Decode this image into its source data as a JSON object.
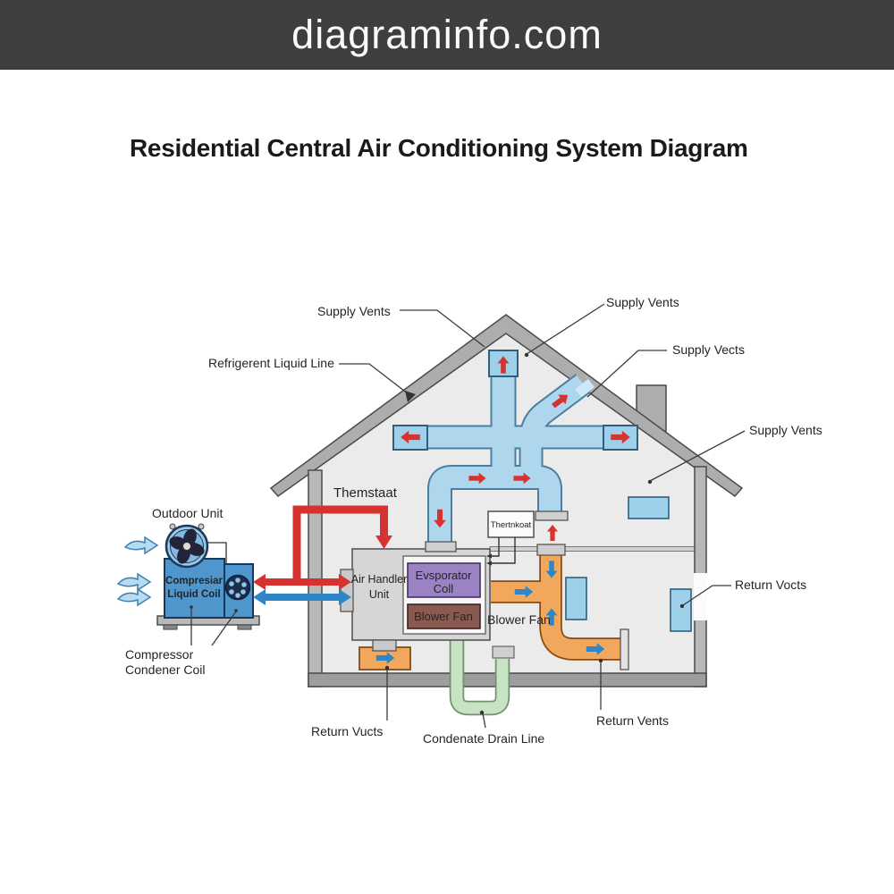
{
  "header": {
    "site": "diagraminfo.com"
  },
  "title": "Residential Central Air Conditioning System Diagram",
  "labels": {
    "supply_vents_top_left": "Supply Vents",
    "supply_vents_top_right": "Supply Vents",
    "supply_vects_right": "Supply Vects",
    "supply_vents_far_right": "Supply Vents",
    "refrigerant_liquid_line": "Refrigerent Liquid Line",
    "thermostat_room": "Themstaat",
    "thermostat_box": "Thertnkoat",
    "outdoor_unit": "Outdoor Unit",
    "blower_fan_outside": "Blower Fan",
    "return_vucts": "Return Vucts",
    "condensate_drain": "Condenate Drain Line",
    "return_vents": "Return Vents",
    "return_vocts": "Return Vocts"
  },
  "outdoor_box": {
    "line1": "Compresiar",
    "line2": "Liquid Coil"
  },
  "compressor_label": {
    "line1": "Compressor",
    "line2": "Condener Coil"
  },
  "air_handler": {
    "line1": "Air Handler",
    "line2": "Unit"
  },
  "evaporator": {
    "line1": "Evsporator",
    "line2": "Coll"
  },
  "blower_fan_box": "Blower Fan",
  "colors": {
    "header_bg": "#3f3d3d",
    "roof_gray": "#adadad",
    "interior_gray": "#ebebeb",
    "duct_blue": "#aed6ec",
    "vent_blue": "#9fd0ea",
    "return_orange": "#f2a85c",
    "drain_green": "#c8e2c4",
    "unit_blue": "#4f96cc",
    "evaporator_purple": "#9b82c4",
    "blower_brown": "#8a5a50",
    "arrow_red": "#d63230",
    "arrow_blue": "#2e86c8"
  }
}
